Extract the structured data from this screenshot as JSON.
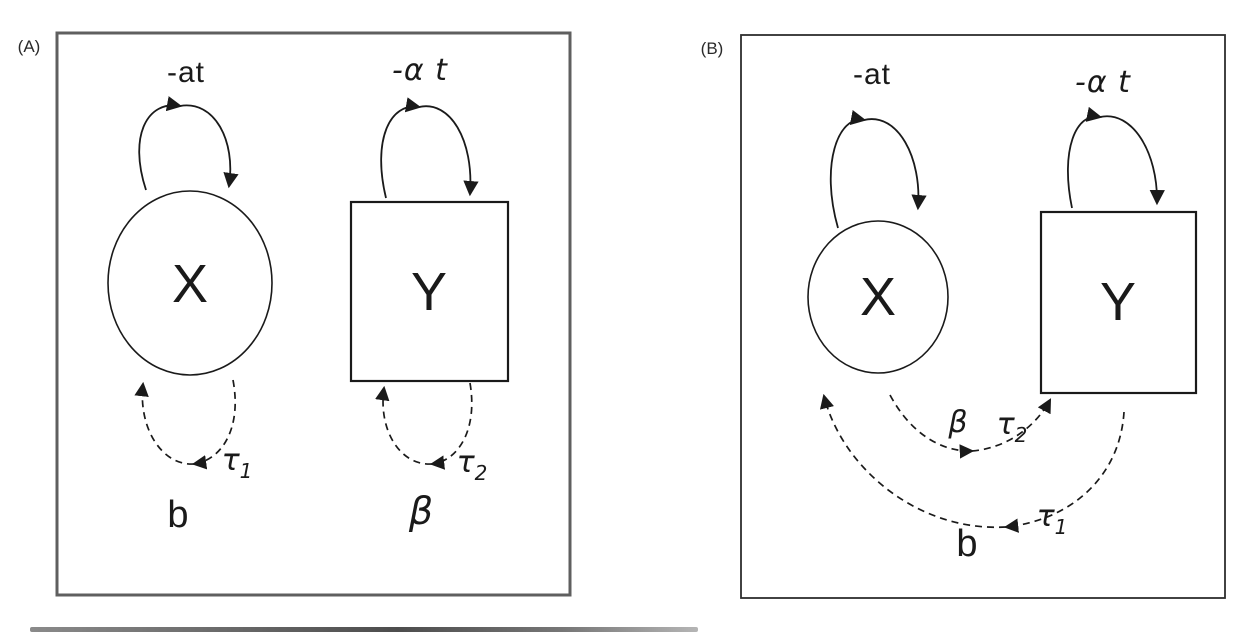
{
  "figure": {
    "panel_a": {
      "tag": "(A)",
      "node_x": "X",
      "node_y": "Y",
      "x_selfloop_label": "-at",
      "y_selfloop_label": "-α t",
      "x_delay_sym": "τ",
      "x_delay_sub": "1",
      "y_delay_sym": "τ",
      "y_delay_sub": "2",
      "x_gain": "b",
      "y_gain": "β"
    },
    "panel_b": {
      "tag": "(B)",
      "node_x": "X",
      "node_y": "Y",
      "x_selfloop_label": "-at",
      "y_selfloop_label": "-α t",
      "xy_gain": "β",
      "xy_delay_sym": "τ",
      "xy_delay_sub": "2",
      "yx_gain": "b",
      "yx_delay_sym": "τ",
      "yx_delay_sub": "1"
    },
    "colors": {
      "ink": "#1a1a1a",
      "panel_a_border": "#5f5f5f",
      "panel_b_border": "#2e2e2e"
    }
  }
}
